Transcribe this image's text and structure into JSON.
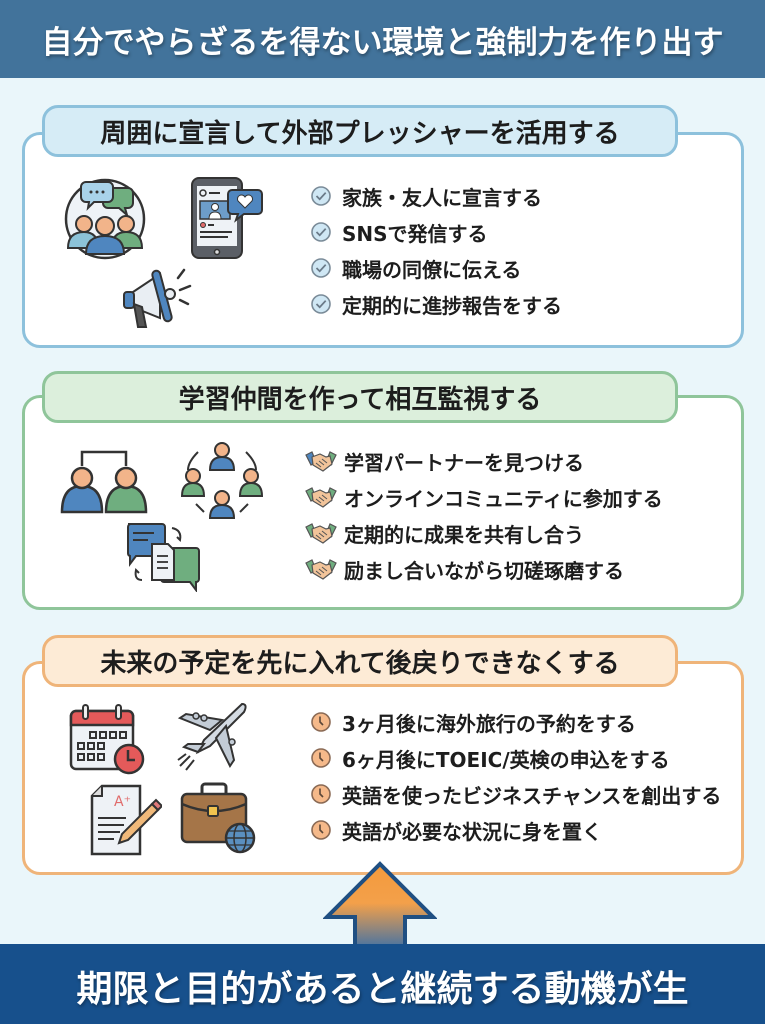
{
  "header": {
    "title": "自分でやらざるを得ない環境と強制力を作り出す"
  },
  "sections": [
    {
      "title": "周囲に宣言して外部プレッシャーを活用する",
      "accent": "#8dc1dc",
      "bullet_icon": "check-circle-icon",
      "illustrations": [
        "group-chat-icon",
        "smartphone-like-icon",
        "megaphone-icon"
      ],
      "items": [
        "家族・友人に宣言する",
        "SNSで発信する",
        "職場の同僚に伝える",
        "定期的に進捗報告をする"
      ]
    },
    {
      "title": "学習仲間を作って相互監視する",
      "accent": "#8fc59a",
      "bullet_icon": "handshake-icon",
      "illustrations": [
        "partner-pair-icon",
        "community-circle-icon",
        "chat-exchange-icon"
      ],
      "items": [
        "学習パートナーを見つける",
        "オンラインコミュニティに参加する",
        "定期的に成果を共有し合う",
        "励まし合いながら切磋琢磨する"
      ]
    },
    {
      "title": "未来の予定を先に入れて後戻りできなくする",
      "accent": "#efb479",
      "bullet_icon": "clock-icon",
      "illustrations": [
        "calendar-clock-icon",
        "airplane-icon",
        "test-paper-icon",
        "briefcase-globe-icon"
      ],
      "items": [
        "3ヶ月後に海外旅行の予約をする",
        "6ヶ月後にTOEIC/英検の申込をする",
        "英語を使ったビジネスチャンスを創出する",
        "英語が必要な状況に身を置く"
      ]
    }
  ],
  "footer": {
    "text": "期限と目的があると継続する動機が生"
  },
  "colors": {
    "header": "#42739b",
    "footer": "#17508c",
    "background": "#eaf6fa",
    "arrow_top": "#f39a3c",
    "arrow_bottom": "#3b70a8"
  }
}
